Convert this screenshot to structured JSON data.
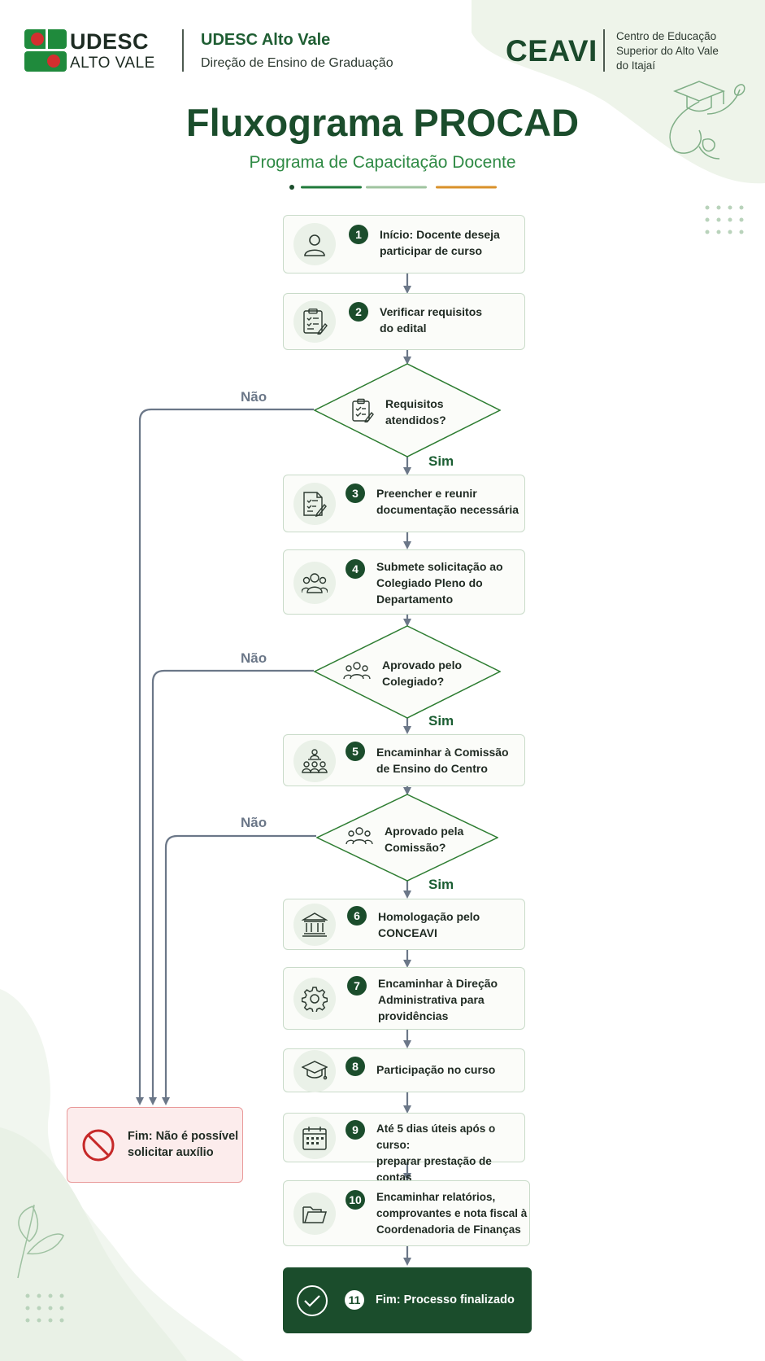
{
  "header": {
    "logo_top": "UDESC",
    "logo_bottom": "ALTO VALE",
    "unit_name": "UDESC Alto Vale",
    "unit_sub": "Direção de Ensino de Graduação",
    "center_abbr": "CEAVI",
    "center_desc": [
      "Centro de Educação",
      "Superior do Alto Vale",
      "do Itajaí"
    ]
  },
  "title": "Fluxograma PROCAD",
  "subtitle": "Programa de Capacitação Docente",
  "steps": [
    {
      "num": "1",
      "lines": [
        "Início: Docente deseja",
        "participar de curso"
      ]
    },
    {
      "num": "2",
      "lines": [
        "Verificar requisitos",
        "do edital"
      ]
    },
    {
      "num": "3",
      "lines": [
        "Preencher e reunir",
        "documentação necessária"
      ]
    },
    {
      "num": "4",
      "lines": [
        "Submete solicitação ao",
        "Colegiado Pleno do",
        "Departamento"
      ]
    },
    {
      "num": "5",
      "lines": [
        "Encaminhar à Comissão",
        "de Ensino do Centro"
      ]
    },
    {
      "num": "6",
      "lines": [
        "Homologação pelo",
        "CONCEAVI"
      ]
    },
    {
      "num": "7",
      "lines": [
        "Encaminhar à Direção",
        "Administrativa para",
        "providências"
      ]
    },
    {
      "num": "8",
      "lines": [
        "Participação no curso"
      ]
    },
    {
      "num": "9",
      "lines": [
        "Até 5 dias úteis após o curso:",
        "preparar prestação de contas"
      ]
    },
    {
      "num": "10",
      "lines": [
        "Encaminhar relatórios,",
        "comprovantes e nota fiscal à",
        "Coordenadoria de Finanças"
      ]
    }
  ],
  "decisions": [
    {
      "lines": [
        "Requisitos",
        "atendidos?"
      ],
      "yes": "Sim",
      "no": "Não"
    },
    {
      "lines": [
        "Aprovado pelo",
        "Colegiado?"
      ],
      "yes": "Sim",
      "no": "Não"
    },
    {
      "lines": [
        "Aprovado pela",
        "Comissão?"
      ],
      "yes": "Sim",
      "no": "Não"
    }
  ],
  "end_fail": {
    "lines": [
      "Fim: Não é possível",
      "solicitar auxílio"
    ]
  },
  "end_success": {
    "num": "11",
    "text": "Fim: Processo finalizado"
  },
  "colors": {
    "primary": "#1b4d2c",
    "accent_green": "#2f8a45",
    "accent_orange": "#d9912a",
    "connector": "#6b7788",
    "fail": "#c62828"
  }
}
